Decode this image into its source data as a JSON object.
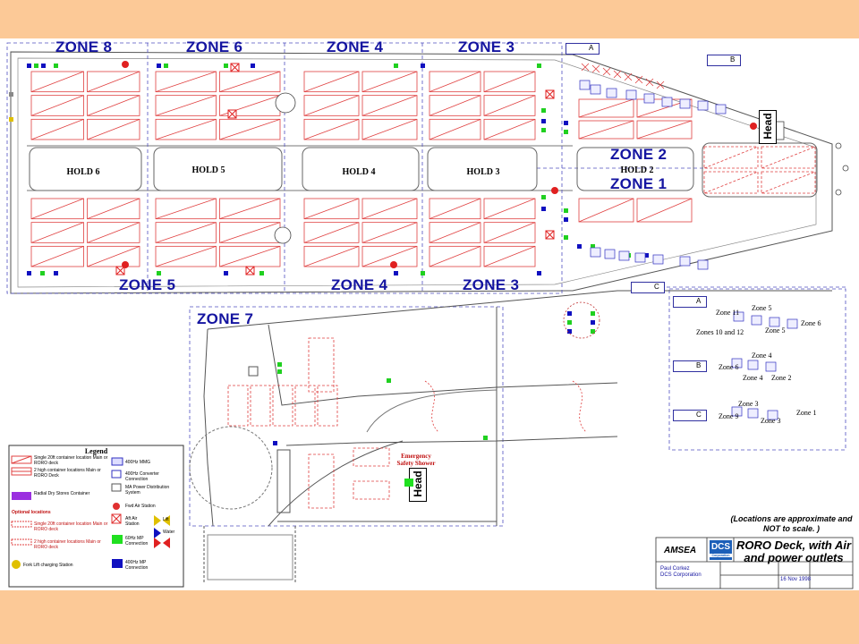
{
  "zones_top": [
    "ZONE 8",
    "ZONE 6",
    "ZONE 4",
    "ZONE 3"
  ],
  "zones_bottom": [
    "ZONE 5",
    "ZONE 4",
    "ZONE 3"
  ],
  "zone_2": "ZONE 2",
  "zone_1": "ZONE 1",
  "zone_7": "ZONE 7",
  "holds": [
    "HOLD 6",
    "HOLD 5",
    "HOLD 4",
    "HOLD 3",
    "HOLD 2"
  ],
  "head_label": "Head",
  "emergency_shower": "Emergency Safety Shower",
  "keys": {
    "a": {
      "letter": "A",
      "zones": [
        "Zone 11",
        "Zone 5",
        "Zone 6",
        "Zones 10 and 12",
        "Zone 5"
      ]
    },
    "b": {
      "letter": "B",
      "zones": [
        "Zone 4",
        "Zone 6",
        "Zone 4",
        "Zone 2"
      ]
    },
    "c": {
      "letter": "C",
      "zones": [
        "Zone 3",
        "Zone 9",
        "Zone 1",
        "Zone 3"
      ]
    }
  },
  "callouts": [
    "A",
    "B",
    "C"
  ],
  "legend": {
    "title": "Legend",
    "items": [
      "Single 20ft container location Main or RORO deck",
      "2 high container locations Main or RORO Deck",
      "Radial Dry Stores Container",
      "Optional locations",
      "Single 20ft container location Main or RORO deck",
      "2 high container locations Main or RORO deck",
      "Fork Lift charging Station"
    ],
    "symbols": [
      "400Hz MMG",
      "400Hz Converter Connection",
      "MA Power Distribution System",
      "Fwd Air Station",
      "Aft Air Station",
      "60Hz MP Connection",
      "400Hz MP Connection",
      "Lift",
      "Water"
    ]
  },
  "scale_note": "(Locations are approximate and NOT to scale. )",
  "title_block": {
    "title": "RORO Deck, with Air and power outlets",
    "logo_left": "AMSEA",
    "logo_right": "DCS",
    "logo_right_sub": "Corporation",
    "prepared_by": "Paul Corkez",
    "company": "DCS Corporation",
    "date": "16 Nov 1998"
  },
  "colors": {
    "background": "#fcc997",
    "zone_text": "#1414a0",
    "container": "#e04040",
    "line": "#404040",
    "zone_border": "#5050c0"
  }
}
